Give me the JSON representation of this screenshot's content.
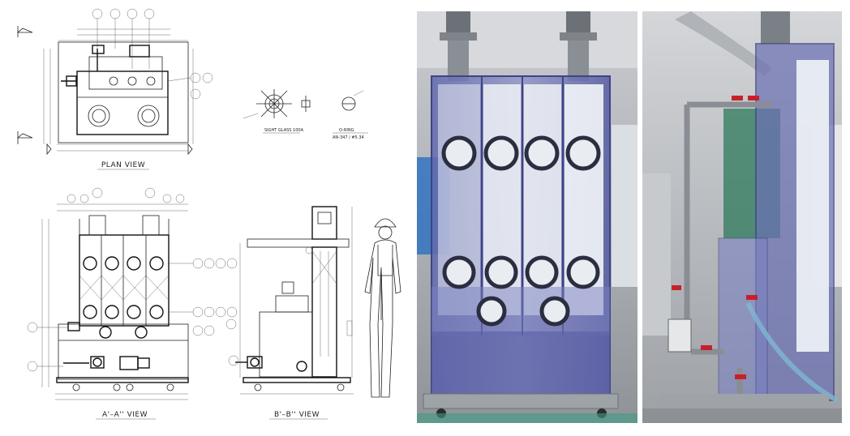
{
  "views": {
    "plan": "PLAN VIEW",
    "aa": "A'–A'' VIEW",
    "bb": "B'–B'' VIEW",
    "sight_glass": "SIGHT GLASS 100A",
    "oring": "O-RING",
    "oring_spec": "AN-347 / #5.34"
  },
  "colors": {
    "acrylic": "#6f74b8",
    "pipe": "#8a8d94",
    "valve": "#c8202a",
    "media": "#eef2f6",
    "floor": "#3f9b86"
  }
}
